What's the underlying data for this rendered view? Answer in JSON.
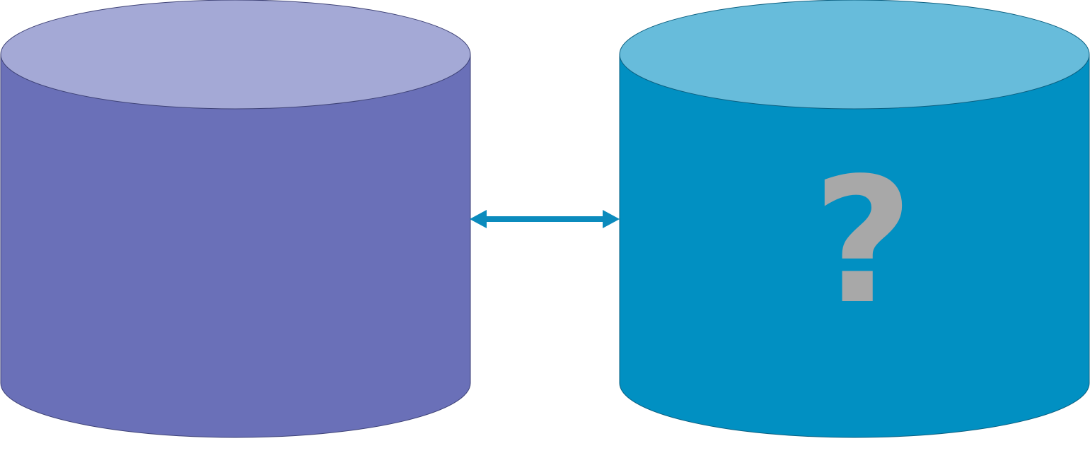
{
  "diagram": {
    "left_database": {
      "label": "",
      "body_color": "#6a70b8",
      "top_color": "#a4a9d6",
      "outline_color": "#3e4276"
    },
    "right_database": {
      "label": "?",
      "body_color": "#0190c2",
      "top_color": "#67bcdb",
      "outline_color": "#0b5f80",
      "label_color": "#a8a8a8"
    },
    "connector": {
      "type": "double-headed-arrow",
      "color": "#0b8bbd",
      "from": "left_database",
      "to": "right_database"
    }
  }
}
